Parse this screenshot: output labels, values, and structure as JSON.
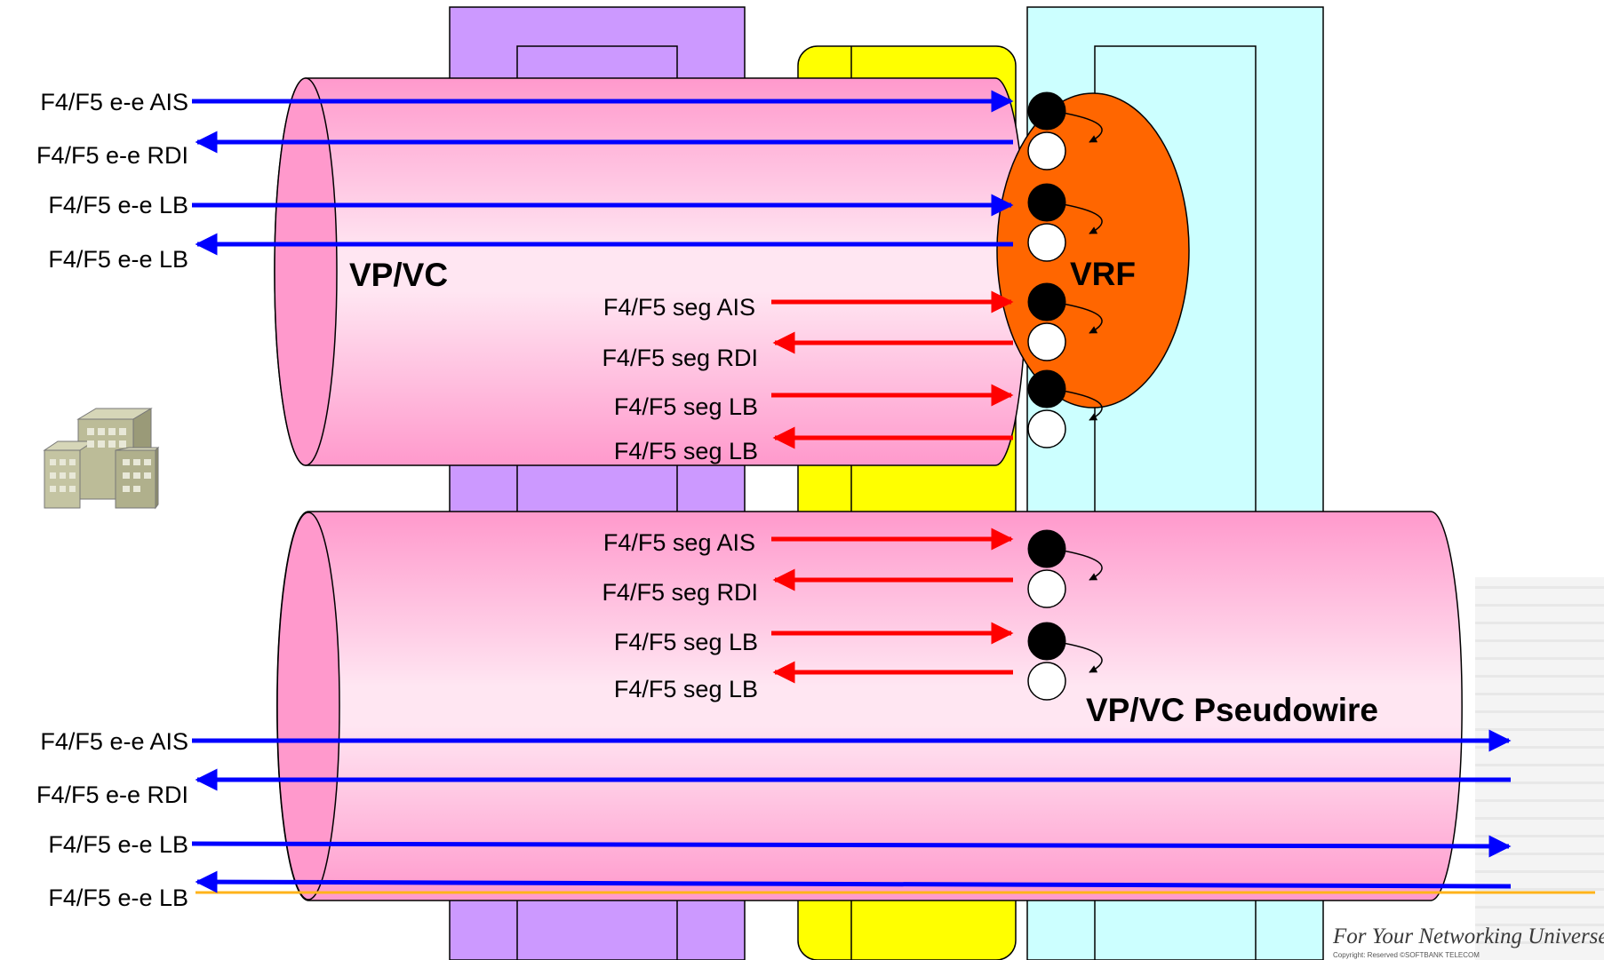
{
  "labels": {
    "vpvc": "VP/VC",
    "vrf": "VRF",
    "pseudowire": "VP/VC Pseudowire"
  },
  "left_labels_top": [
    "F4/F5 e-e AIS",
    "F4/F5 e-e RDI",
    "F4/F5 e-e LB",
    "F4/F5 e-e LB"
  ],
  "seg_labels_top": [
    "F4/F5 seg AIS",
    "F4/F5 seg RDI",
    "F4/F5 seg LB",
    "F4/F5 seg LB"
  ],
  "seg_labels_bottom": [
    "F4/F5 seg AIS",
    "F4/F5 seg RDI",
    "F4/F5 seg LB",
    "F4/F5 seg LB"
  ],
  "left_labels_bottom": [
    "F4/F5 e-e AIS",
    "F4/F5 e-e RDI",
    "F4/F5 e-e LB",
    "F4/F5 e-e LB"
  ],
  "footer": {
    "tagline": "For Your Networking Universe",
    "copyright": "Copyright: Reserved ©SOFTBANK TELECOM"
  },
  "colors": {
    "e2e_arrow": "#0000ff",
    "seg_arrow": "#ff0000",
    "vrf": "#ff6600",
    "pipe": "#ff99cc",
    "purple_block": "#cc99ff",
    "yellow_block": "#ffff00",
    "cyan_block": "#ccffff",
    "orange_line": "#ffb31a"
  },
  "icons": [
    "building-icon"
  ]
}
